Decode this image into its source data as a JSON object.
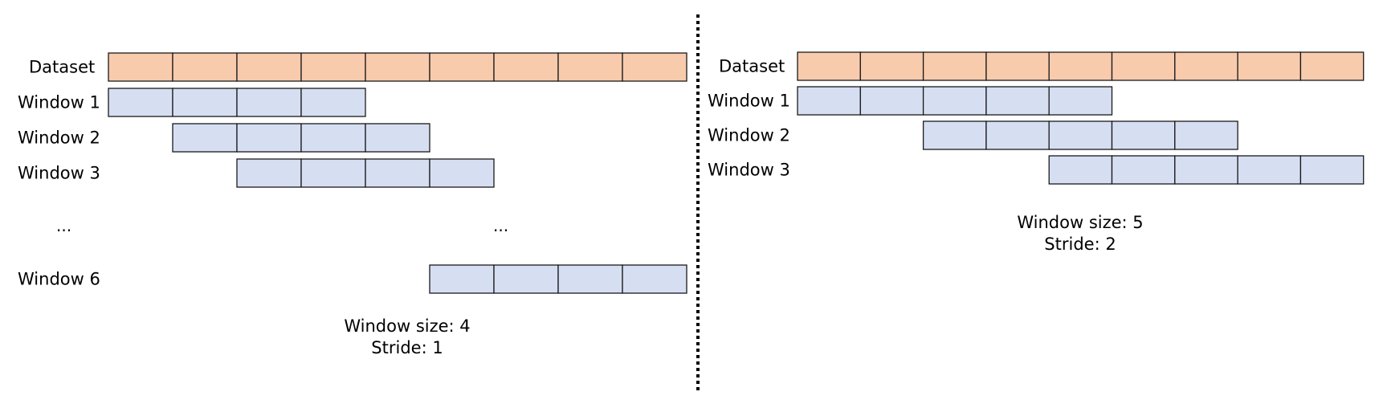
{
  "colors": {
    "dataset_fill": "#F8CBAD",
    "window_fill": "#D6DFF2",
    "cell_border": "#1a1a1a",
    "divider": "#000000"
  },
  "panels": [
    {
      "id": "left",
      "dataset": {
        "label": "Dataset",
        "cells": 9
      },
      "window_size": 4,
      "stride": 1,
      "windows": [
        {
          "label": "Window 1",
          "start": 0,
          "row": 1
        },
        {
          "label": "Window 2",
          "start": 1,
          "row": 2
        },
        {
          "label": "Window 3",
          "start": 2,
          "row": 3
        },
        {
          "label": "Window 6",
          "start": 5,
          "row": 5
        }
      ],
      "ellipsis": "...",
      "caption": [
        "Window size: 4",
        "Stride: 1"
      ]
    },
    {
      "id": "right",
      "dataset": {
        "label": "Dataset",
        "cells": 9
      },
      "window_size": 5,
      "stride": 2,
      "windows": [
        {
          "label": "Window 1",
          "start": 0,
          "row": 1
        },
        {
          "label": "Window 2",
          "start": 2,
          "row": 2
        },
        {
          "label": "Window 3",
          "start": 4,
          "row": 3
        }
      ],
      "caption": [
        "Window size: 5",
        "Stride: 2"
      ]
    }
  ]
}
